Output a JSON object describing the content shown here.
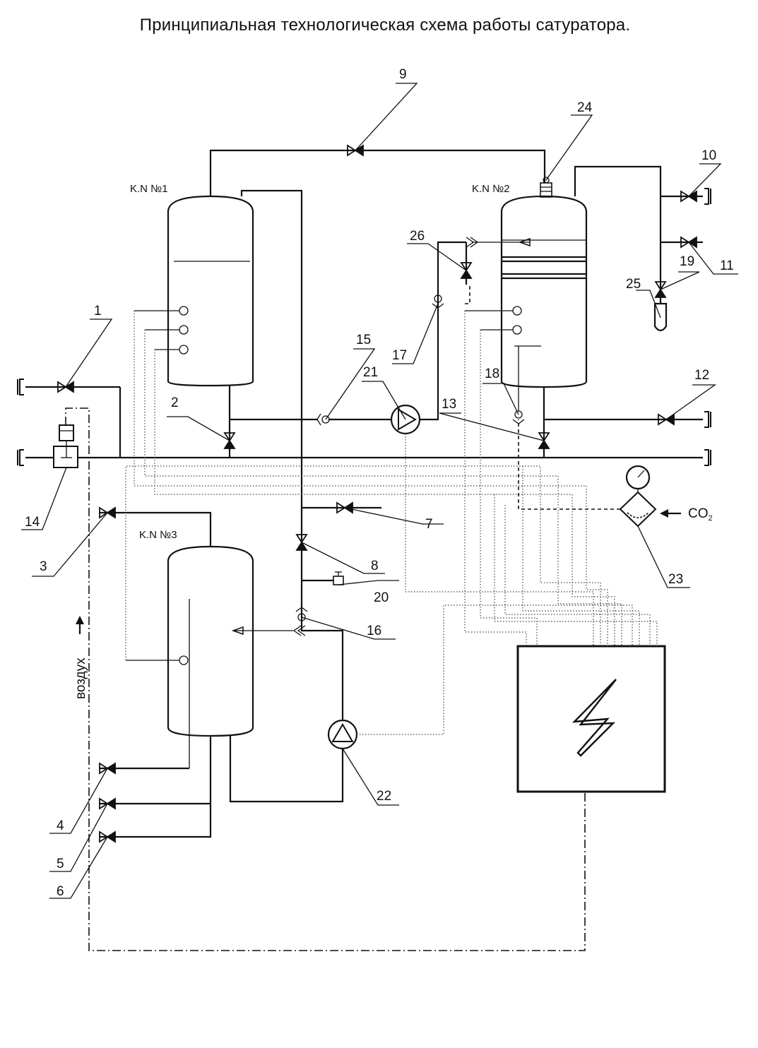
{
  "title": "Принципиальная технологическая схема работы сатуратора.",
  "tanks": {
    "kn1": "K.N №1",
    "kn2": "K.N №2",
    "kn3": "K.N №3"
  },
  "labels": {
    "n1": "1",
    "n2": "2",
    "n3": "3",
    "n4": "4",
    "n5": "5",
    "n6": "6",
    "n7": "7",
    "n8": "8",
    "n9": "9",
    "n10": "10",
    "n11": "11",
    "n12": "12",
    "n13": "13",
    "n14": "14",
    "n15": "15",
    "n16": "16",
    "n17": "17",
    "n18": "18",
    "n19": "19",
    "n20": "20",
    "n21": "21",
    "n22": "22",
    "n23": "23",
    "n24": "24",
    "n25": "25",
    "n26": "26"
  },
  "air_label": "воздух",
  "co2_label": "CO",
  "co2_subscript": "2",
  "icons": [
    "valve-icon",
    "pump-icon",
    "check-valve-icon",
    "pressure-gauge-icon",
    "filter-icon",
    "lightning-icon"
  ]
}
